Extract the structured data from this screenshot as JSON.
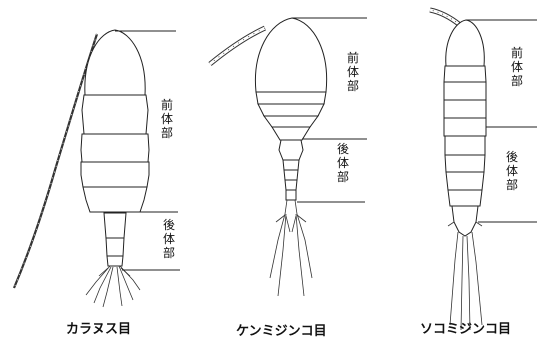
{
  "figure": {
    "orders": [
      {
        "id": "calanoida",
        "name": "カラヌス目",
        "prosome_label": "前体部",
        "urosome_label": "後体部"
      },
      {
        "id": "cyclopoida",
        "name": "ケンミジンコ目",
        "prosome_label": "前体部",
        "urosome_label": "後体部"
      },
      {
        "id": "harpacticoida",
        "name": "ソコミジンコ目",
        "prosome_label": "前体部",
        "urosome_label": "後体部"
      }
    ]
  }
}
